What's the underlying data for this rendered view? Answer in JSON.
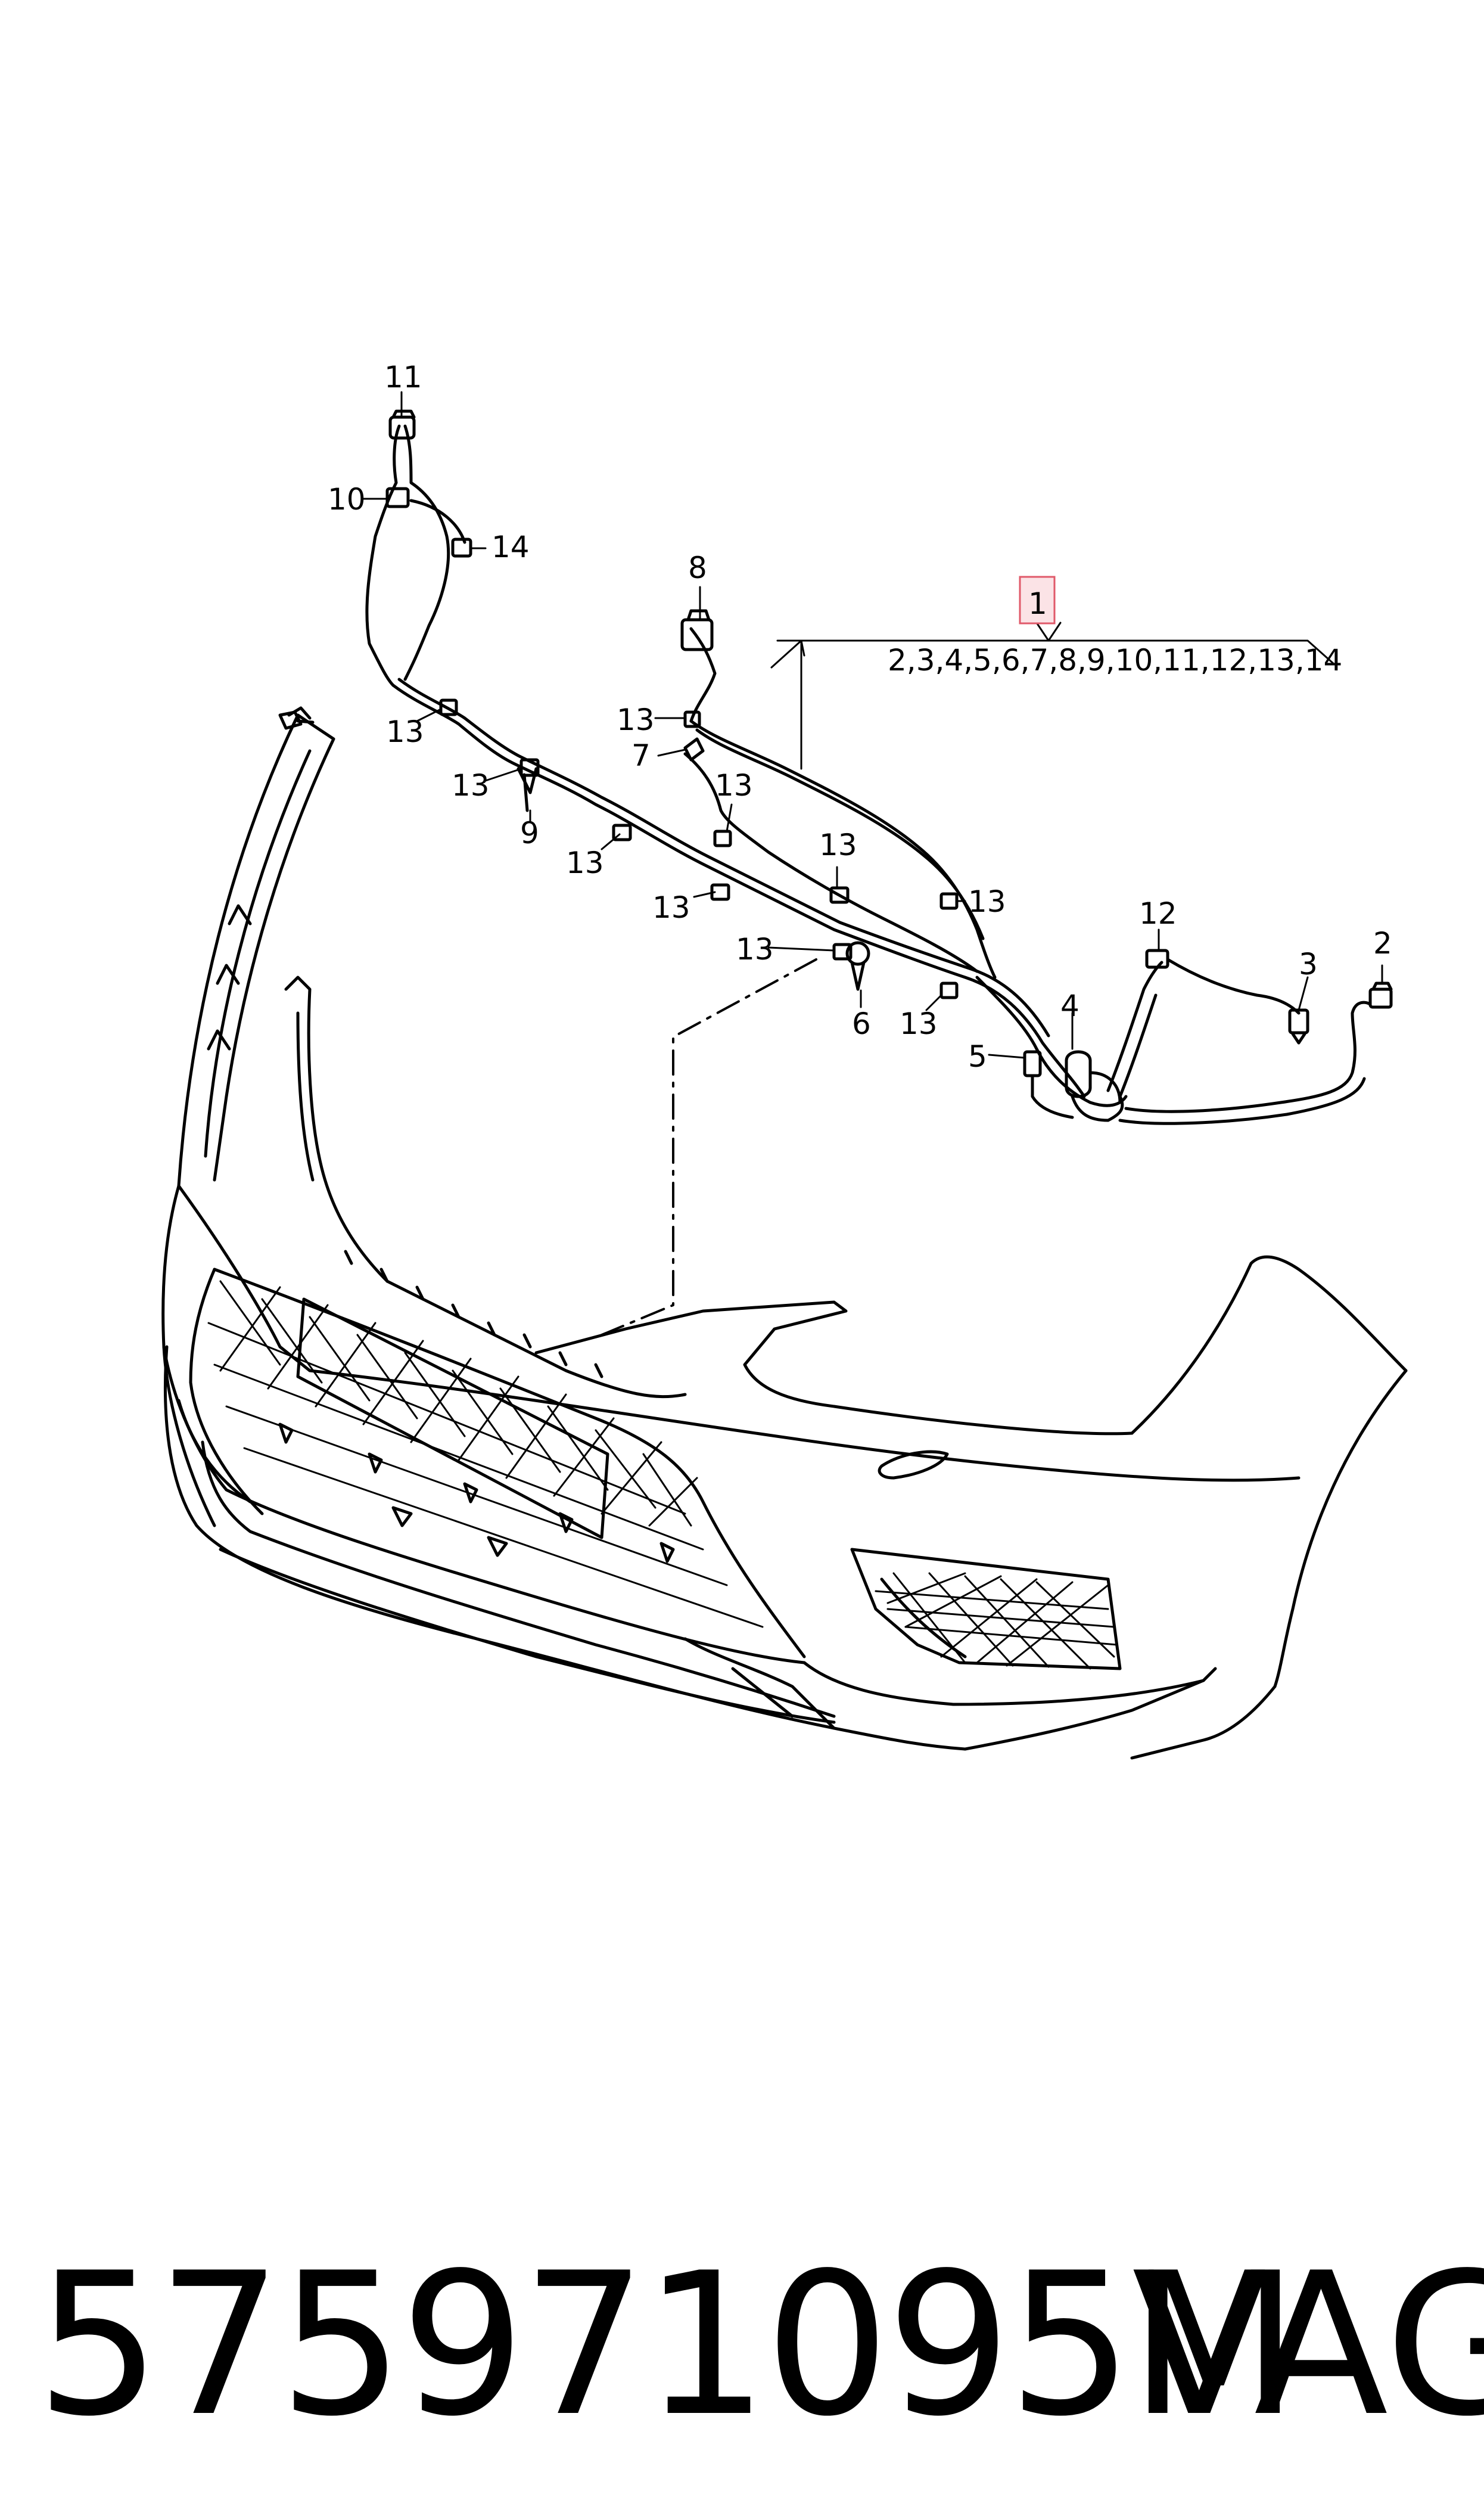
{
  "callouts": {
    "c1": "1",
    "c1_list": "2,3,4,5,6,7,8,9,10,11,12,13,14",
    "c2": "2",
    "c3": "3",
    "c4": "4",
    "c5": "5",
    "c6": "6",
    "c7": "7",
    "c8": "8",
    "c9": "9",
    "c10": "10",
    "c11": "11",
    "c12": "12",
    "c13": "13",
    "c14": "14"
  },
  "footer": {
    "part_number": "575971095M",
    "brand": "VAG"
  },
  "colors": {
    "line": "#000000",
    "callout_box_border": "#e05a6a",
    "callout_box_fill": "#fbe3e6"
  }
}
